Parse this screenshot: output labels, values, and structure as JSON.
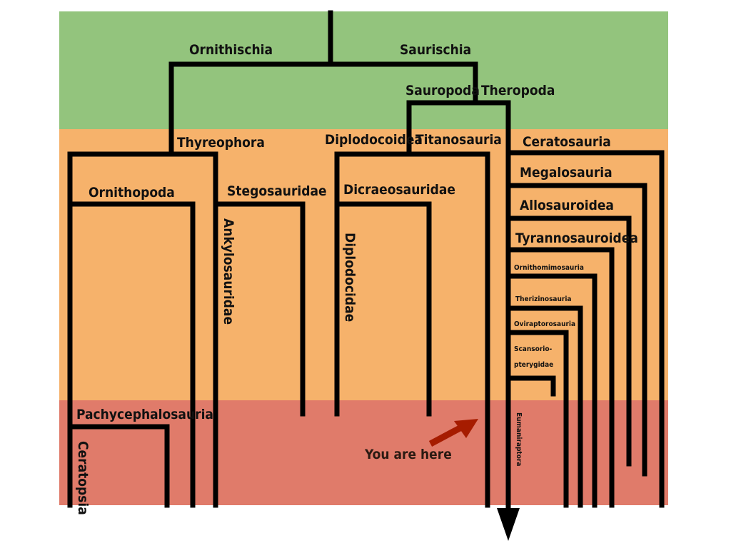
{
  "colors": {
    "period_top": "#93c47d",
    "period_middle": "#f6b26b",
    "period_bottom": "#e07b6a",
    "branch": "#000000",
    "arrow": "#a61c00"
  },
  "labels": {
    "ornithischia": "Ornithischia",
    "saurischia": "Saurischia",
    "sauropoda": "Sauropoda",
    "theropoda": "Theropoda",
    "thyreophora": "Thyreophora",
    "diplodocoidea": "Diplodocoidea",
    "titanosauria": "Titanosauria",
    "ceratosauria": "Ceratosauria",
    "ornithopoda": "Ornithopoda",
    "stegosauridae": "Stegosauridae",
    "dicraeosauridae": "Dicraeosauridae",
    "megalosauria": "Megalosauria",
    "allosauroidea": "Allosauroidea",
    "tyrannosauroidea": "Tyrannosauroidea",
    "ornithomimosauria": "Ornithomimosauria",
    "therizinosauria": "Therizinosauria",
    "oviraptorosauria": "Oviraptorosauria",
    "scansoriopterygidae_1": "Scansorio-",
    "scansoriopterygidae_2": "pterygidae",
    "ankylosauridae": "Ankylosauridae",
    "diplodocidae": "Diplodocidae",
    "pachycephalosauria": "Pachycephalosauria",
    "ceratopsia": "Ceratopsia",
    "eumaniraptora": "Eumaniraptora",
    "you_are_here": "You are here"
  }
}
